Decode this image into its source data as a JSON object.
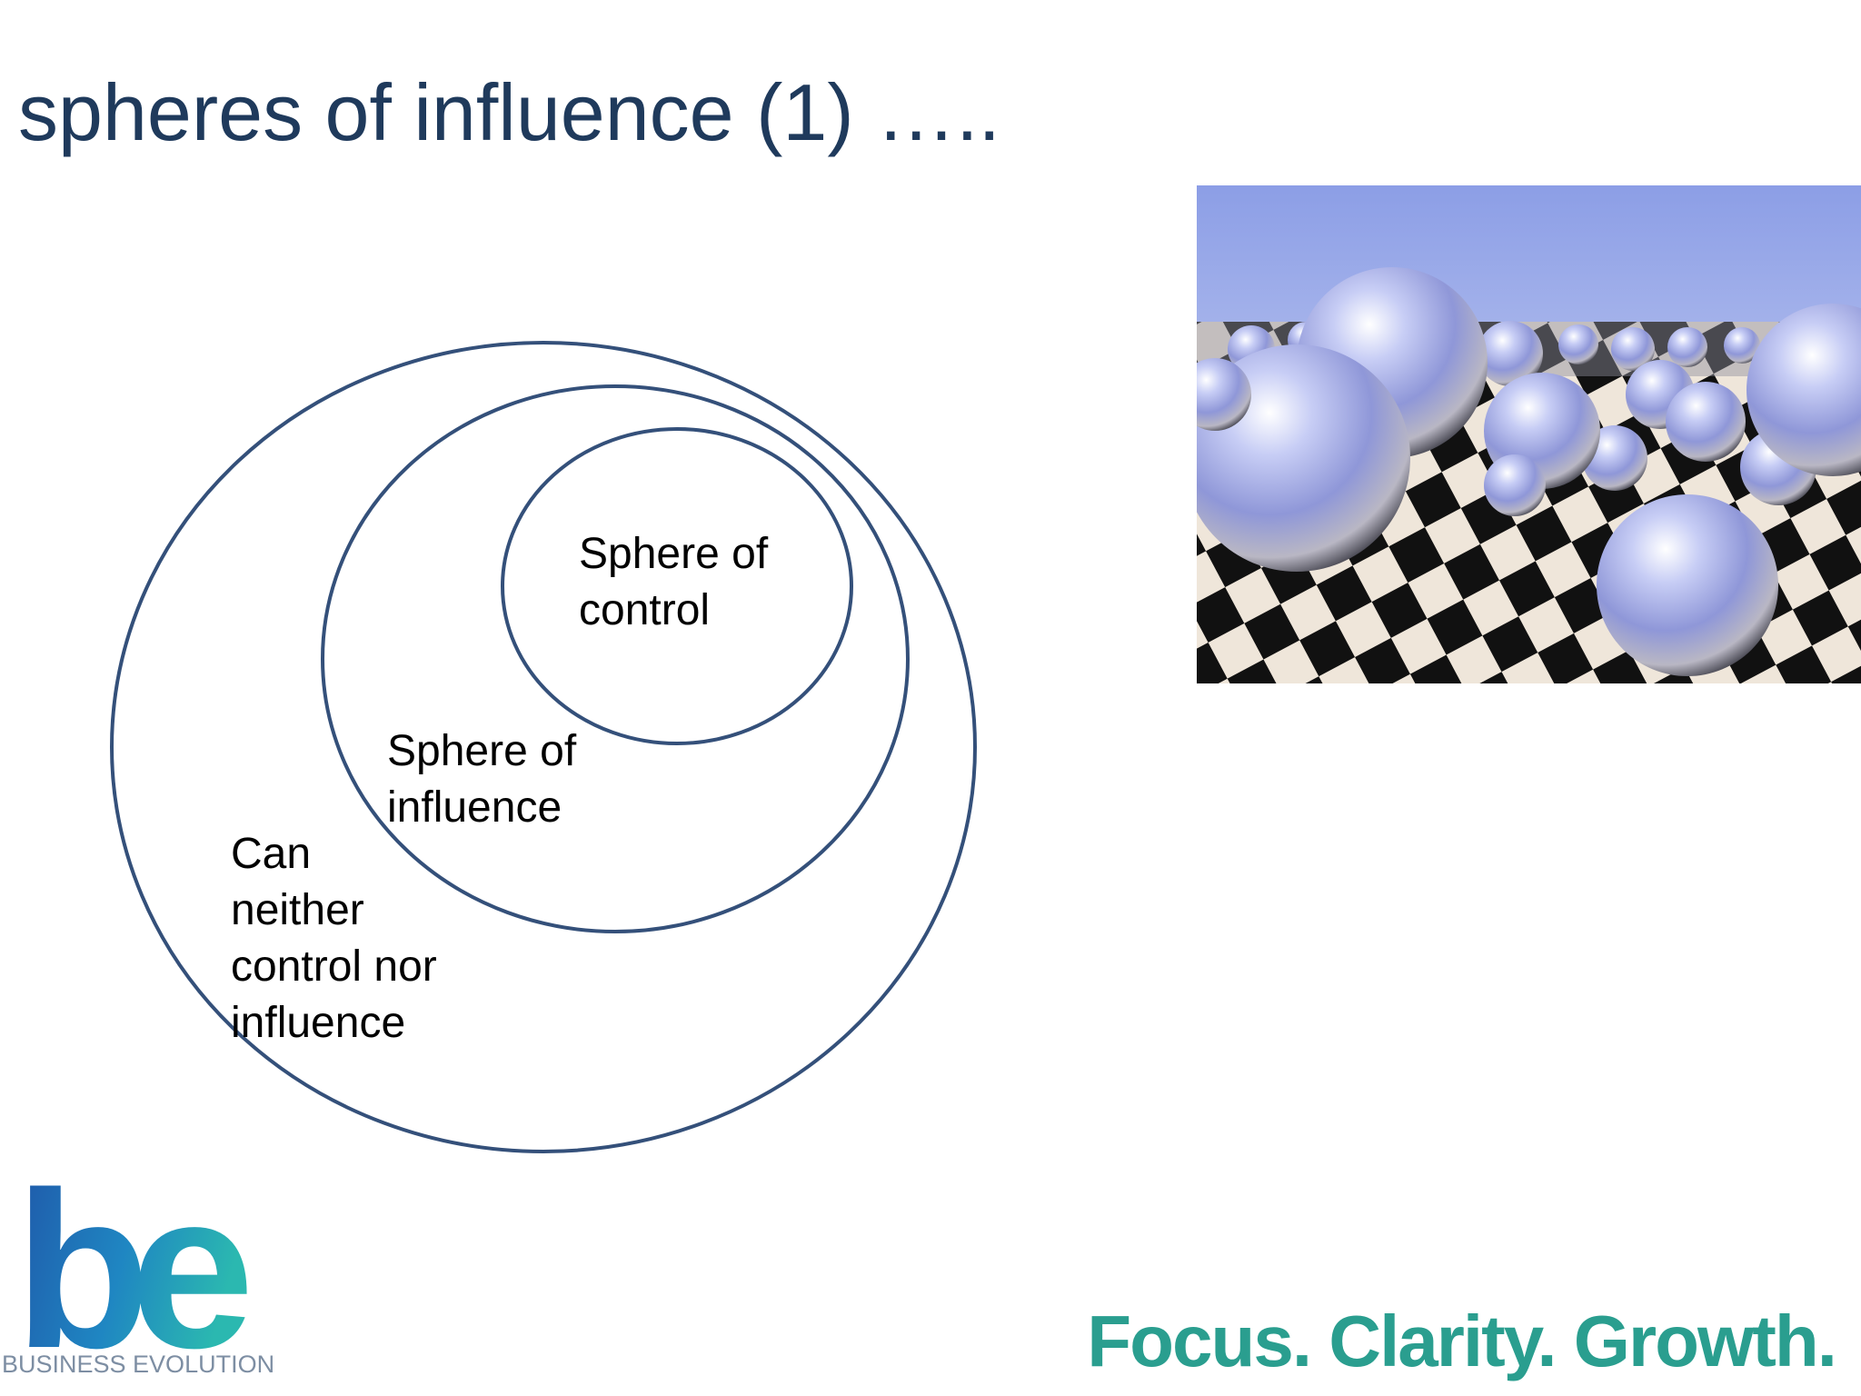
{
  "slide": {
    "title": "spheres of influence (1) …..",
    "tagline": "Focus. Clarity. Growth."
  },
  "diagram": {
    "labels": {
      "control": [
        "Sphere of",
        "control"
      ],
      "influence": [
        "Sphere of",
        "influence"
      ],
      "neither": [
        "Can",
        "neither",
        "control nor",
        "influence"
      ]
    }
  },
  "logo": {
    "mark": "be",
    "name": "BUSINESS EVOLUTION"
  },
  "colors": {
    "title": "#1f3a5c",
    "circle_stroke": "#34507a",
    "tagline": "#2a9e8f",
    "logo_blue": "#1f6fb8",
    "logo_teal": "#2bb3b1"
  }
}
